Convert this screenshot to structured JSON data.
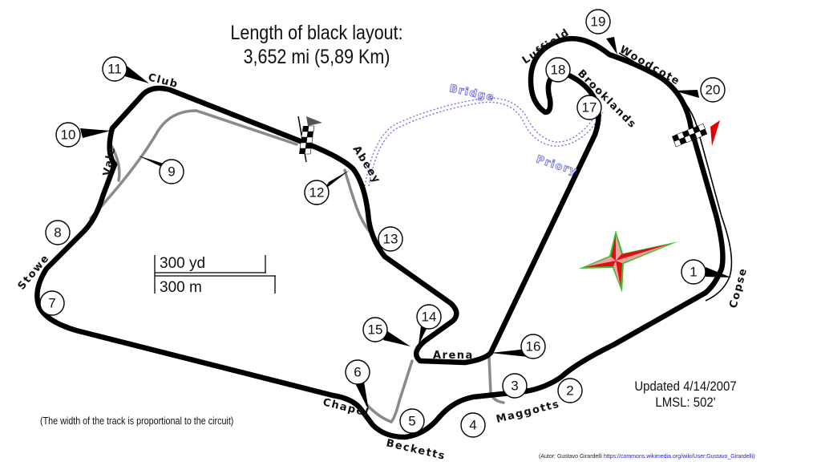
{
  "title": {
    "line1": "Length of black layout:",
    "line2": "3,652 mi (5,89 Km)"
  },
  "scale": {
    "yards_label": "300 yd",
    "meters_label": "300 m"
  },
  "updated": {
    "line1": "Updated 4/14/2007",
    "line2": "LMSL: 502'"
  },
  "note": "(The width of the track is proportional to the circuit)",
  "credit": {
    "author": "(Autor: Gustavo Girardelli",
    "url": "https://commons.wikimedia.org/wiki/User:Gustavo_Girardelli)"
  },
  "corner_names": {
    "club": "Club",
    "vale": "Vale",
    "abbey": "Abeey",
    "bridge": "Bridge",
    "priory": "Priory",
    "luffield": "Luffield",
    "brooklands": "Brooklands",
    "woodcote": "Woodcote",
    "copse": "Copse",
    "stowe": "Stowe",
    "arena": "Arena",
    "chapel": "Chapel",
    "becketts": "Becketts",
    "maggotts": "Maggotts"
  },
  "turns": [
    "1",
    "2",
    "3",
    "4",
    "5",
    "6",
    "7",
    "8",
    "9",
    "10",
    "11",
    "12",
    "13",
    "14",
    "15",
    "16",
    "17",
    "18",
    "19",
    "20"
  ],
  "colors": {
    "main_track": "#000000",
    "alternate_track": "#8a8a8a",
    "bridge_route": "#6a6ae8",
    "start_flag": "#e00000",
    "star_fill_light": "#f4a0a0",
    "star_fill_dark": "#dd1111",
    "star_outline": "#2ec82e"
  },
  "icons": [
    "checkered-flag-icon",
    "red-flag-icon",
    "compass-star-icon"
  ]
}
